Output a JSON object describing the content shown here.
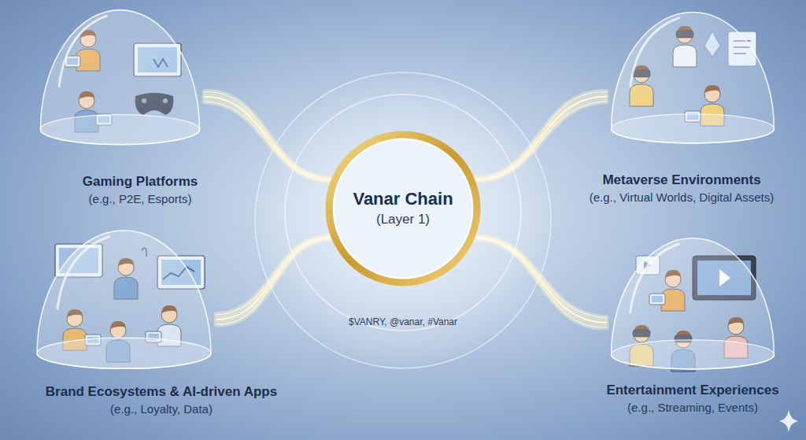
{
  "diagram": {
    "nodes": [
      {
        "text": [
          "Gaming Platforms",
          "(e.g., P2E, Esports)"
        ]
      },
      {
        "text": [
          "Metaverse Environments",
          "(e.g., Virtual Worlds, Digital Assets)"
        ]
      },
      {
        "text": [
          "$VANRY, @vanar, #Vanar"
        ]
      },
      {
        "text": [
          "Vanar Chain",
          "(Layer 1)"
        ],
        "in": 2
      },
      {
        "text": [
          "Brand Ecosystems & AI-driven Apps",
          "(e.g., Loyalty, Data)"
        ]
      },
      {
        "text": [
          "Entertainment Experiences",
          "(e.g., Streaming, Events)"
        ]
      }
    ],
    "edges": [
      {
        "from": 0,
        "to": 3,
        "arrow": "none"
      },
      {
        "from": 1,
        "to": 3,
        "arrow": "none"
      },
      {
        "from": 4,
        "to": 3,
        "arrow": "none"
      },
      {
        "from": 5,
        "to": 3,
        "arrow": "none"
      }
    ]
  }
}
